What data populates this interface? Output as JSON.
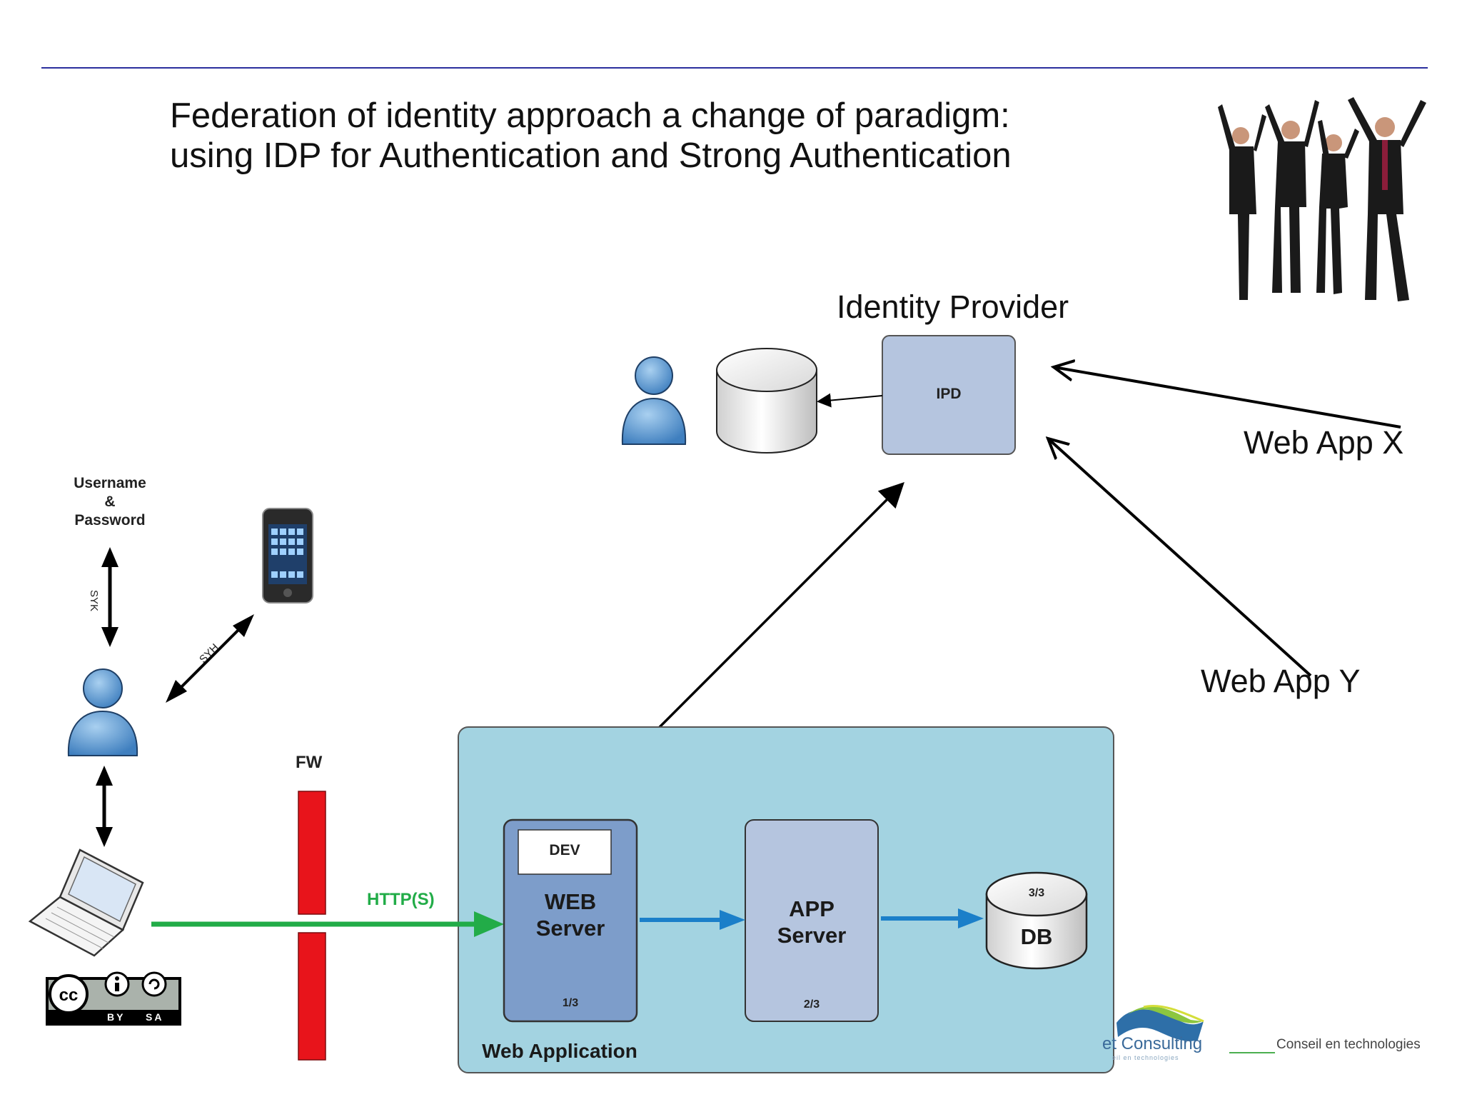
{
  "slide": {
    "title_line1": "Federation of identity approach a change of paradigm:",
    "title_line2": "using IDP for Authentication and Strong Authentication"
  },
  "diagram": {
    "identity_provider": {
      "label": "Identity Provider",
      "box_label": "IPD"
    },
    "web_app_x": "Web App X",
    "web_app_y": "Web App Y",
    "credentials": {
      "line1": "Username",
      "line2": "&",
      "line3": "Password"
    },
    "edge_syk": "SYK",
    "edge_syh": "SYH",
    "firewall": "FW",
    "protocol": "HTTP(S)",
    "web_application": {
      "label": "Web Application",
      "web_server": {
        "badge": "DEV",
        "line1": "WEB",
        "line2": "Server",
        "step": "1/3"
      },
      "app_server": {
        "line1": "APP",
        "line2": "Server",
        "step": "2/3"
      },
      "db": {
        "step": "3/3",
        "label": "DB"
      }
    },
    "license": {
      "by": "BY",
      "sa": "SA"
    },
    "footer": {
      "company": "et Consulting",
      "company_sub": "eil en technologies",
      "tagline": "Conseil en technologies"
    }
  },
  "colors": {
    "title_rule": "#2b2f9e",
    "web_app_container": "#a3d3e1",
    "web_server_box": "#7d9dca",
    "app_server_box": "#b5c5df",
    "idp_box": "#b5c5df",
    "firewall": "#e8141b",
    "http_arrow": "#22ac48",
    "flow_arrow": "#1b7fc9",
    "person_blue": "#5b97cc"
  },
  "icons": [
    "person-icon",
    "database-icon",
    "smartphone-icon",
    "laptop-icon",
    "cc-by-sa-icon",
    "consulting-logo-icon",
    "jumping-people-photo"
  ]
}
